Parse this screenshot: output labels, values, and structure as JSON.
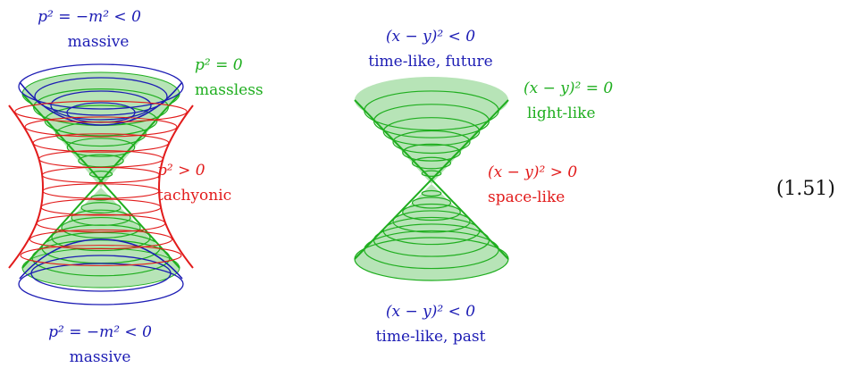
{
  "left_figure": {
    "top_massive": {
      "formula": "p² = −m² < 0",
      "caption": "massive",
      "color": "#1c1cb4"
    },
    "massless": {
      "formula": "p² = 0",
      "caption": "massless",
      "color": "#1fae1f"
    },
    "tachyonic": {
      "formula": "p² > 0",
      "caption": "tachyonic",
      "color": "#e21b1b"
    },
    "bottom_massive": {
      "formula": "p² = −m² < 0",
      "caption": "massive",
      "color": "#1c1cb4"
    }
  },
  "right_figure": {
    "future": {
      "formula": "(x − y)² < 0",
      "caption": "time-like, future",
      "color": "#1c1cb4"
    },
    "lightlike": {
      "formula": "(x − y)² = 0",
      "caption": "light-like",
      "color": "#1fae1f"
    },
    "spacelike": {
      "formula": "(x − y)² > 0",
      "caption": "space-like",
      "color": "#e21b1b"
    },
    "past": {
      "formula": "(x − y)² < 0",
      "caption": "time-like, past",
      "color": "#1c1cb4"
    }
  },
  "equation_number": "(1.51)"
}
